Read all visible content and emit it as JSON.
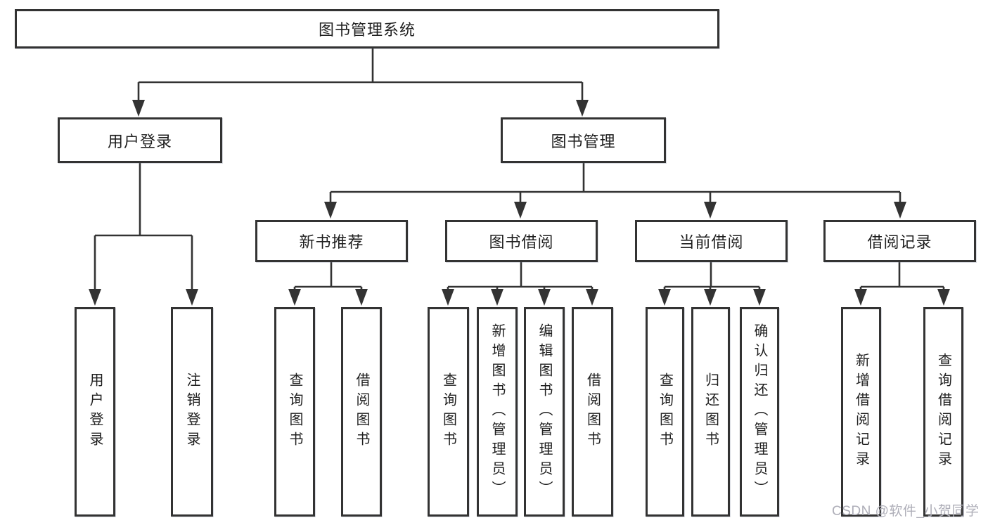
{
  "colors": {
    "line": "#333333",
    "text": "#1f1f1f",
    "background": "#ffffff",
    "watermark_text": "#aeaeb8"
  },
  "watermark": "CSDN @软件_小贺同学",
  "tree": {
    "root": {
      "label": "图书管理系统"
    },
    "level2": [
      {
        "label": "用户登录",
        "children": [
          {
            "label": "用户登录"
          },
          {
            "label": "注销登录"
          }
        ]
      },
      {
        "label": "图书管理",
        "children": [
          {
            "label": "新书推荐",
            "children": [
              {
                "label": "查询图书"
              },
              {
                "label": "借阅图书"
              }
            ]
          },
          {
            "label": "图书借阅",
            "children": [
              {
                "label": "查询图书"
              },
              {
                "label": "新增图书（管理员）"
              },
              {
                "label": "编辑图书（管理员）"
              },
              {
                "label": "借阅图书"
              }
            ]
          },
          {
            "label": "当前借阅",
            "children": [
              {
                "label": "查询图书"
              },
              {
                "label": "归还图书"
              },
              {
                "label": "确认归还（管理员）"
              }
            ]
          },
          {
            "label": "借阅记录",
            "children": [
              {
                "label": "新增借阅记录"
              },
              {
                "label": "查询借阅记录"
              }
            ]
          }
        ]
      }
    ]
  }
}
